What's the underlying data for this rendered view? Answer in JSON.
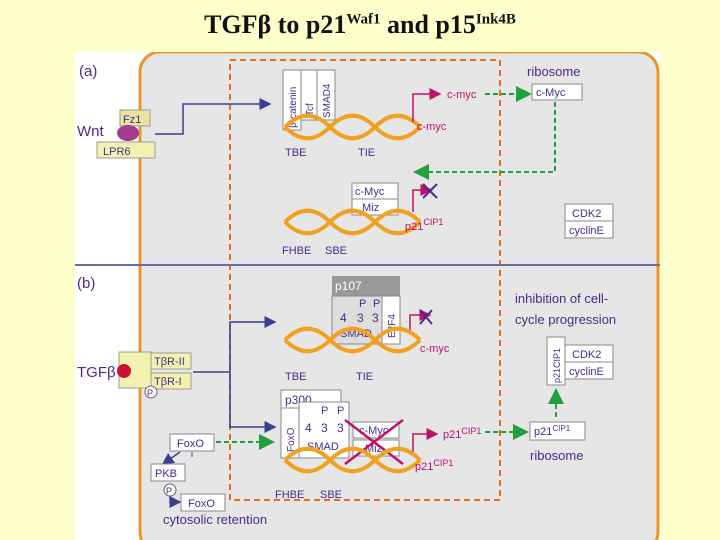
{
  "title": {
    "main": "TGFβ to p21",
    "sup1": "Waf1",
    "mid": " and p15",
    "sup2": "Ink4B"
  },
  "panel_a": {
    "label": "(a)",
    "wnt": "Wnt",
    "fz1": "Fz1",
    "lpr6": "LPR6",
    "complex": [
      "β-catenin",
      "Tcf",
      "SMAD4"
    ],
    "c_myc_out": "c-myc",
    "c_myc_gene": "c-myc",
    "ribosome": "ribosome",
    "c_myc_protein": "c-Myc",
    "tbe": "TBE",
    "tie": "TIE",
    "repressor_top": "c-Myc",
    "repressor_bottom": "Miz",
    "p21_gene": "p21",
    "p21_sup": "CIP1",
    "fhbe": "FHBE",
    "sbe": "SBE",
    "cdk2": "CDK2",
    "cyclin": "cyclinE"
  },
  "panel_b": {
    "label": "(b)",
    "tgfb": "TGFβ",
    "tbr2": "TβR-II",
    "tbr1": "TβR-I",
    "p_mark": "P",
    "p107": "p107",
    "smad_top": [
      "P",
      "P"
    ],
    "smad_nums": [
      "4",
      "3",
      "3"
    ],
    "smad": "SMAD",
    "e2f4": "E2F4",
    "c_myc_gene": "c-myc",
    "tbe": "TBE",
    "tie": "TIE",
    "inhibition": [
      "inhibition of cell-",
      "cycle progression"
    ],
    "p21_vertical": "p21CIP1",
    "cdk2": "CDK2",
    "cyclin": "cyclinE",
    "p300": "p300",
    "smad2_top": [
      "P",
      "P"
    ],
    "smad2_nums": [
      "4",
      "3",
      "3"
    ],
    "smad2": "SMAD",
    "foxo_vertical": "FoxO",
    "foxo": "FoxO",
    "repressor_top": "c-Myc",
    "repressor_bottom": "Miz",
    "p21_out": "p21",
    "p21_out_sup": "CIP1",
    "p21_gene": "p21",
    "p21_gene_sup": "CIP1",
    "p21_protein": "p21",
    "p21_protein_sup": "CIP1",
    "ribosome": "ribosome",
    "pkb": "PKB",
    "foxo_cyto": "FoxO",
    "cytosolic": "cytosolic retention",
    "fhbe": "FHBE",
    "sbe": "SBE"
  },
  "colors": {
    "background": "#FFFFCC",
    "cell_border": "#E8962E",
    "nucleus_border": "#E07020",
    "dna": "#F2A020",
    "arrow_green": "#22A040",
    "arrow_blue": "#3A3F8F",
    "tx_arrow": "#C0106A",
    "label_text": "#4B2A88"
  }
}
